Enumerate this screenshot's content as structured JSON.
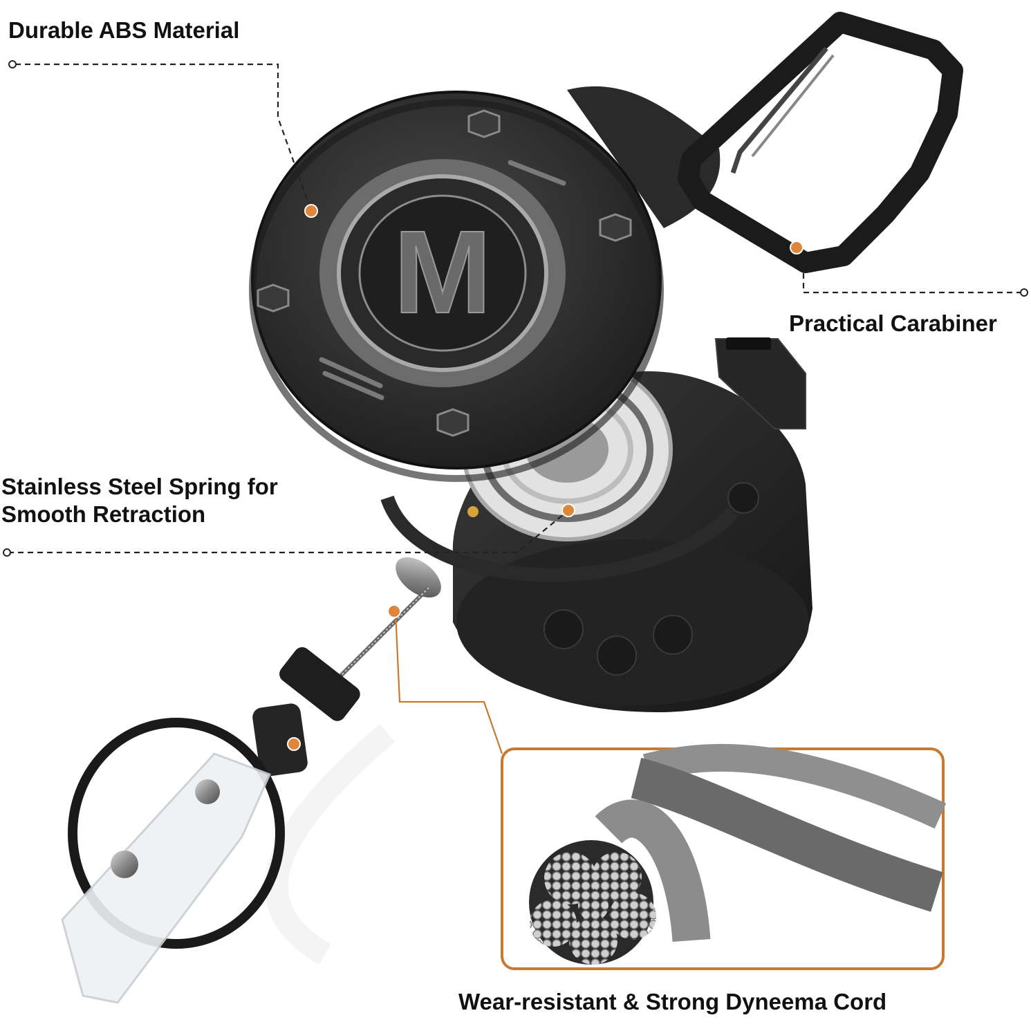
{
  "callouts": {
    "material": "Durable ABS Material",
    "carabiner": "Practical Carabiner",
    "spring_line1": "Stainless Steel Spring for",
    "spring_line2": "Smooth Retraction",
    "cord": "Wear-resistant & Strong Dyneema Cord"
  },
  "product_emblem": "M",
  "colors": {
    "background": "#ffffff",
    "callout_text": "#111111",
    "marker_dot": "#e0863a",
    "leader_line": "#222222",
    "inset_frame": "#c8782f",
    "device_body": "#2b2b2b",
    "metal": "#8e8e8e"
  },
  "icons": [
    "carabiner-icon",
    "steel-cable-icon",
    "key-ring-icon",
    "badge-strap-icon",
    "reel-icon"
  ]
}
